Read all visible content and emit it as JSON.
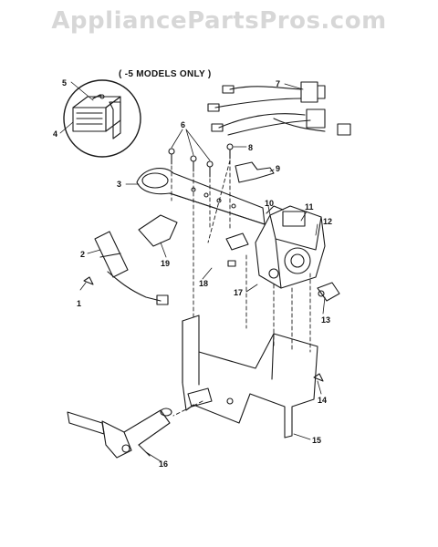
{
  "header": {
    "watermark": "AppliancePartsPros.com"
  },
  "diagram": {
    "note": "( -5 MODELS ONLY )",
    "callouts": [
      "1",
      "2",
      "3",
      "4",
      "5",
      "6",
      "7",
      "8",
      "9",
      "10",
      "11",
      "12",
      "13",
      "14",
      "15",
      "16",
      "17",
      "18",
      "19"
    ]
  }
}
